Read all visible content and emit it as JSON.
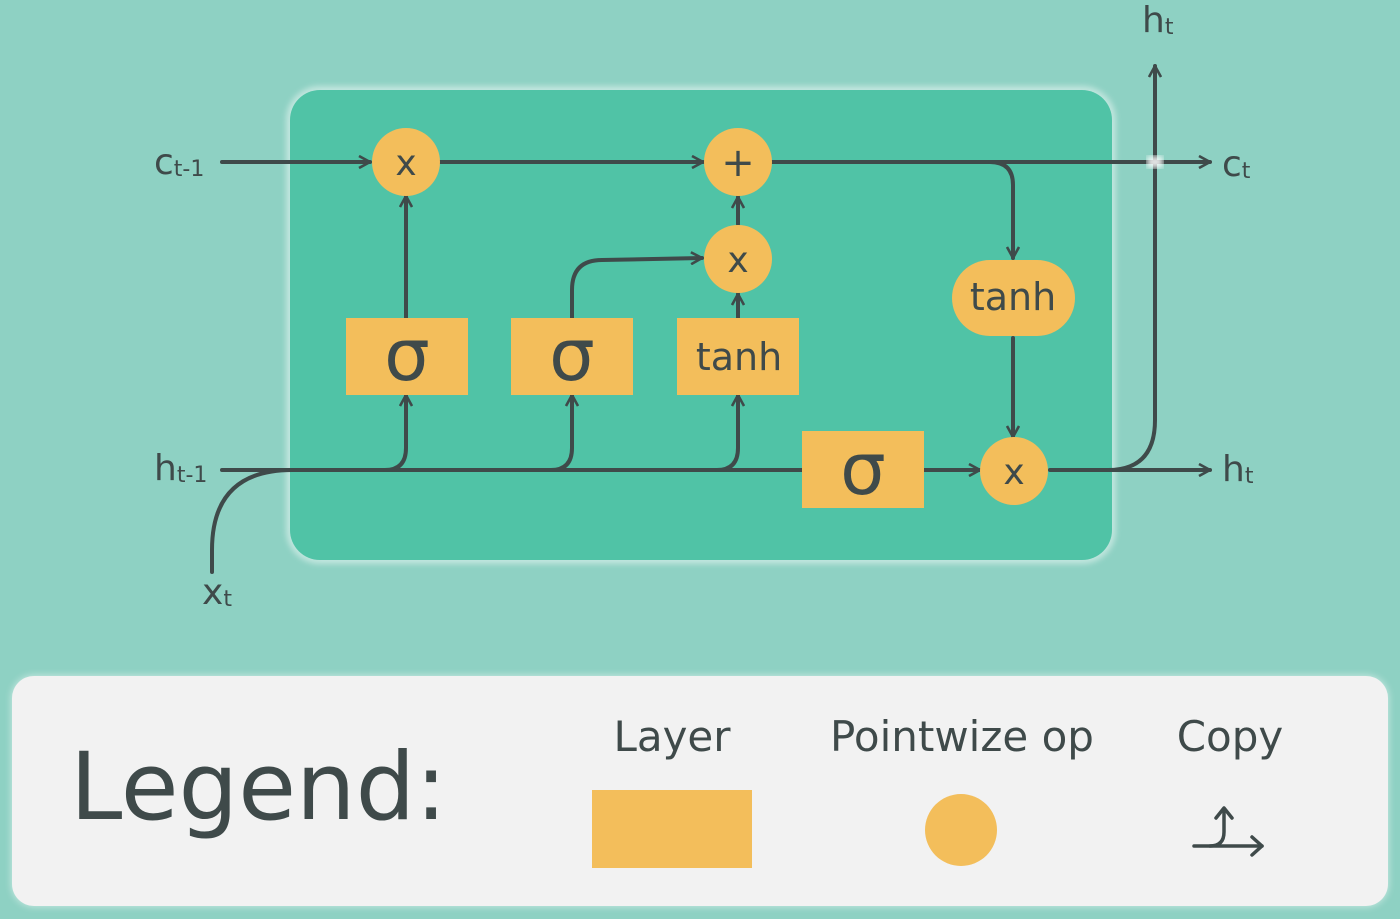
{
  "diagram": {
    "cell_bg": "#50c3a6",
    "page_bg": "#8ed1c3",
    "node_color": "#f3be5b",
    "line_color": "#3f4a4a",
    "inputs": {
      "c_prev": {
        "base": "c",
        "sub": "t-1"
      },
      "h_prev": {
        "base": "h",
        "sub": "t-1"
      },
      "x": {
        "base": "x",
        "sub": "t"
      }
    },
    "outputs": {
      "c": {
        "base": "c",
        "sub": "t"
      },
      "h_right": {
        "base": "h",
        "sub": "t"
      },
      "h_top": {
        "base": "h",
        "sub": "t"
      }
    },
    "layers": {
      "forget_gate": "σ",
      "input_gate": "σ",
      "candidate": "tanh",
      "output_gate": "σ"
    },
    "ops": {
      "forget_mult": "x",
      "add": "+",
      "input_mult": "x",
      "output_tanh": "tanh",
      "output_mult": "x"
    }
  },
  "legend": {
    "title": "Legend:",
    "layer_label": "Layer",
    "op_label": "Pointwize op",
    "copy_label": "Copy"
  }
}
